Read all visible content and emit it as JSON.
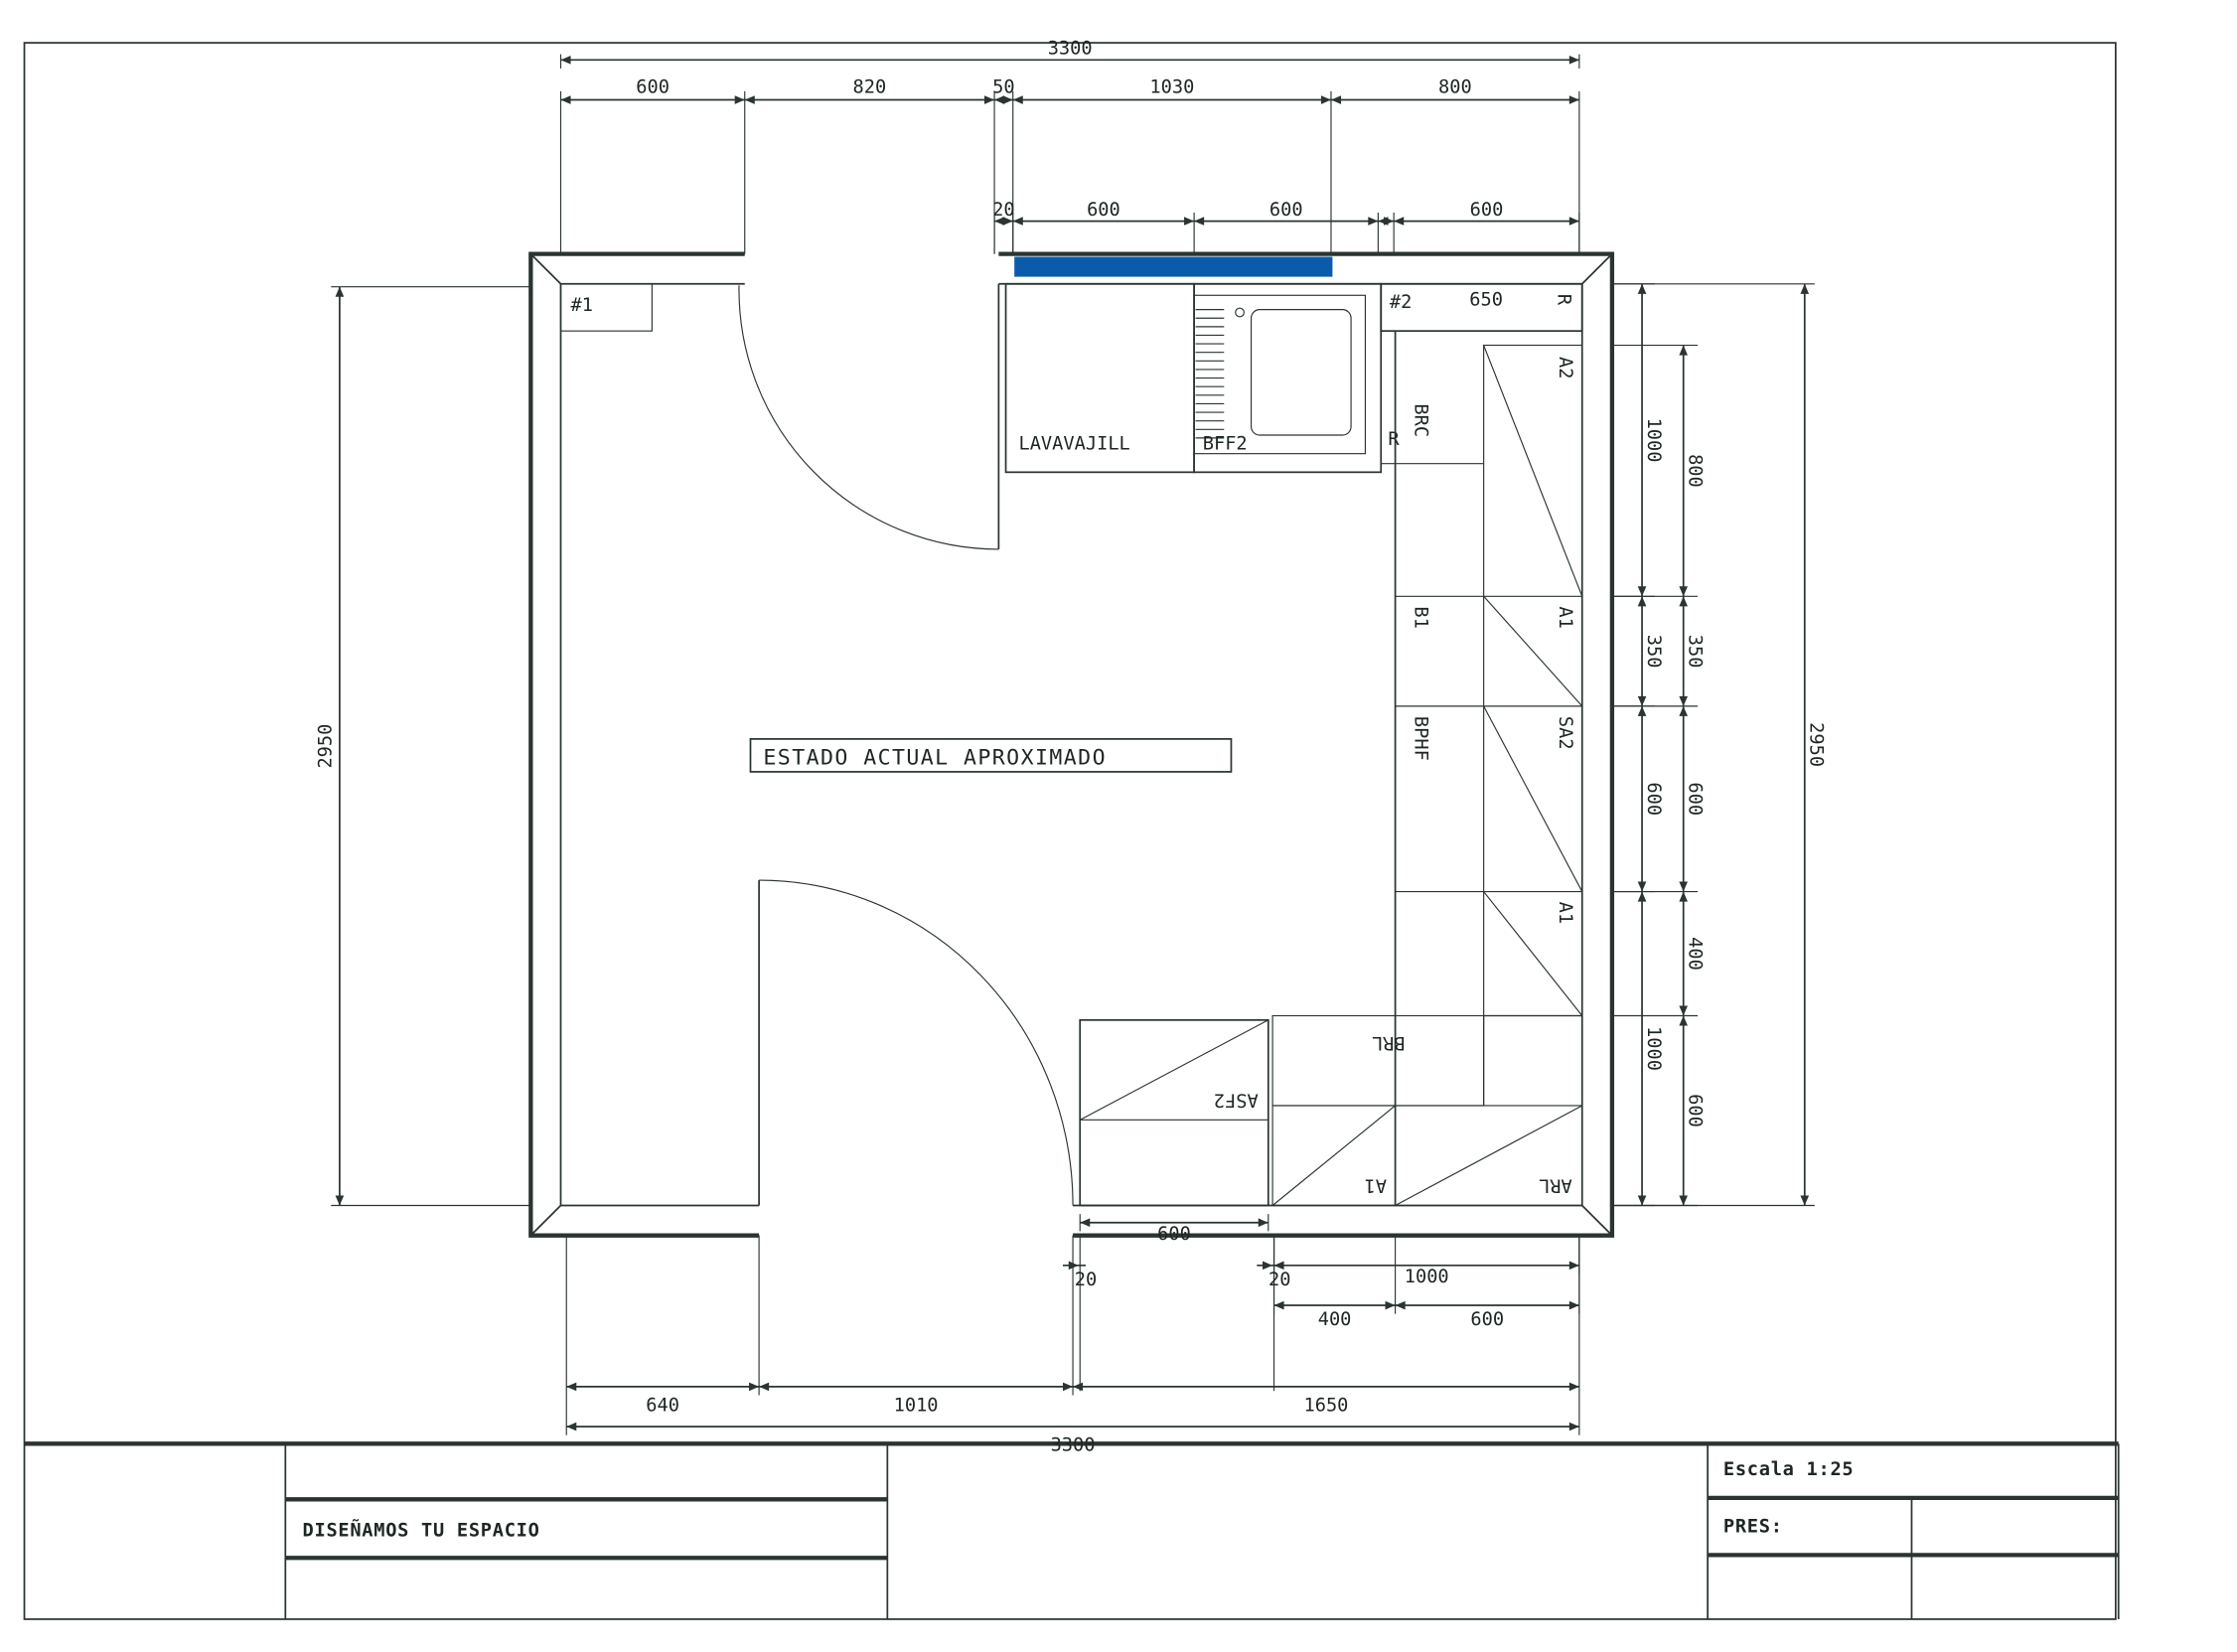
{
  "drawing": {
    "status_label": "ESTADO ACTUAL APROXIMADO",
    "marker_1": "#1",
    "marker_2": "#2"
  },
  "dimensions": {
    "top_total": "3300",
    "top": [
      "600",
      "820",
      "50",
      "1030",
      "800"
    ],
    "top_inner": [
      "20",
      "600",
      "600",
      "600"
    ],
    "left_total": "2950",
    "right_a": [
      "1000",
      "350",
      "600",
      "1000"
    ],
    "right_b": [
      "800",
      "350",
      "600",
      "400",
      "600"
    ],
    "right_total": "2950",
    "corner": "650",
    "bottom_sink": "600",
    "bottom_small": [
      "20",
      "20"
    ],
    "bottom_1000": "1000",
    "bottom_split": [
      "400",
      "600"
    ],
    "bottom": [
      "640",
      "1010",
      "1650"
    ],
    "bottom_total": "3300"
  },
  "cabinets": {
    "lavavajill": "LAVAVAJILL",
    "bff2": "BFF2",
    "r1": "R",
    "r2": "R",
    "brc": "BRC",
    "a2": "A2",
    "b1": "B1",
    "a1_top": "A1",
    "bphf": "BPHF",
    "sa2": "SA2",
    "a1_mid": "A1",
    "brl": "BRL",
    "asf2": "ASF2",
    "a1_bottom": "A1",
    "arl": "ARL"
  },
  "title_block": {
    "company": "DISEÑAMOS TU ESPACIO",
    "scale": "Escala 1:25",
    "pres": "PRES:"
  },
  "colors": {
    "window": "#0a5cab",
    "line": "#2a3432"
  }
}
